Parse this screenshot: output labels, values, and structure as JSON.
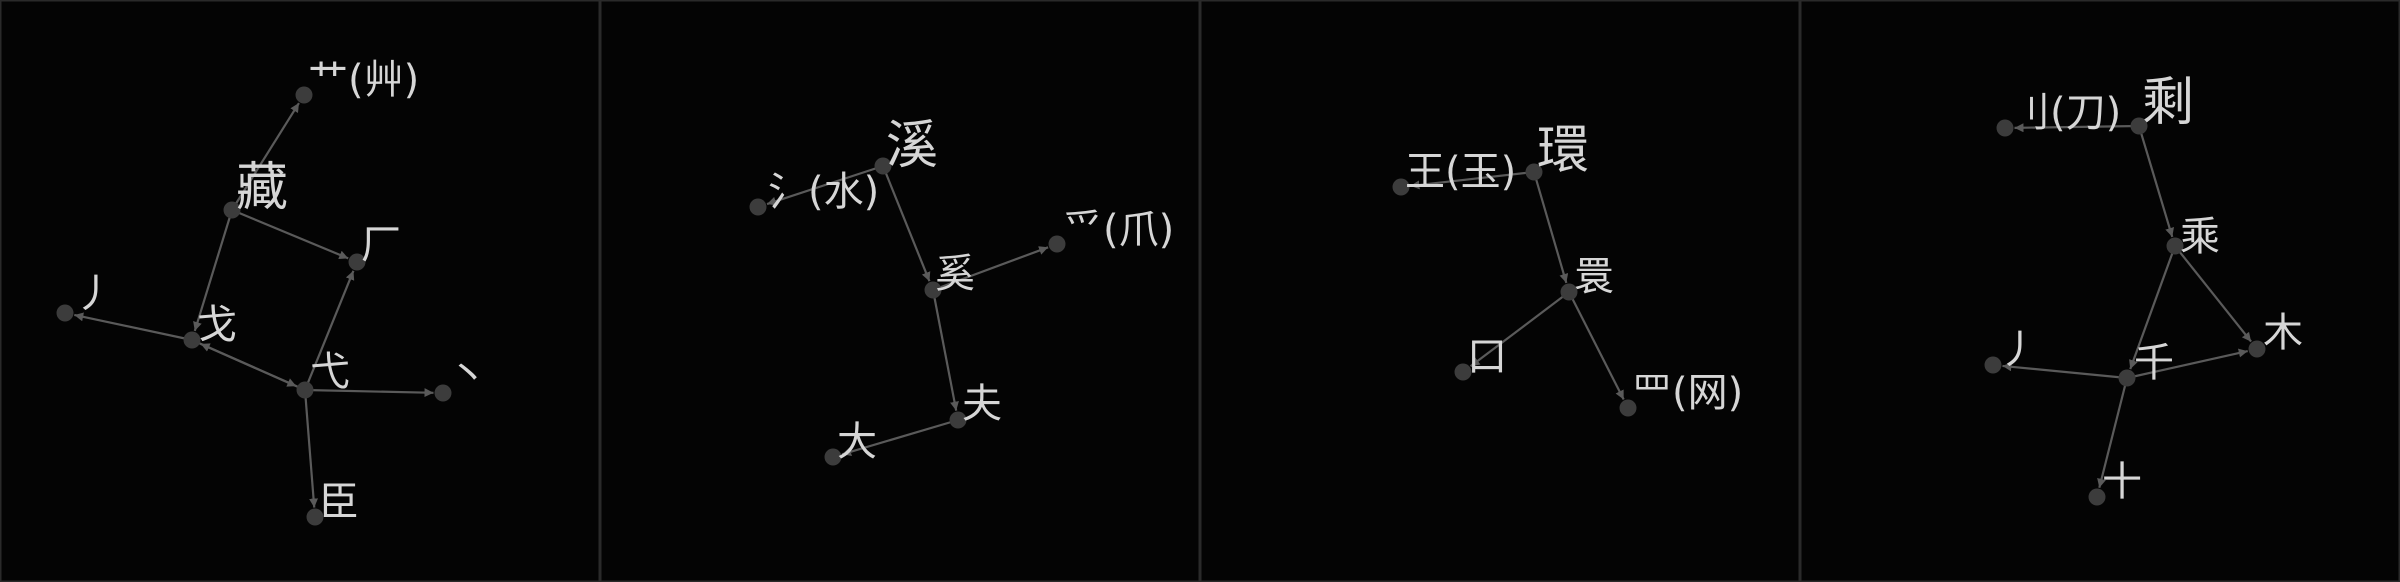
{
  "colors": {
    "background": "#000000",
    "edge": "#5a5a5a",
    "node": "#3c3c3c",
    "label": "#d6d6d6",
    "root_label": "#c8232c"
  },
  "graphs": [
    {
      "root": "藏",
      "nodes": [
        {
          "id": "cao",
          "label": "艹(艸)"
        },
        {
          "id": "zang",
          "label": "藏",
          "root": true
        },
        {
          "id": "han",
          "label": "厂"
        },
        {
          "id": "pie",
          "label": "丿"
        },
        {
          "id": "ge",
          "label": "戈"
        },
        {
          "id": "yi",
          "label": "弋"
        },
        {
          "id": "dian",
          "label": "丶"
        },
        {
          "id": "chen",
          "label": "臣"
        }
      ],
      "edges": [
        [
          "zang",
          "cao"
        ],
        [
          "zang",
          "han"
        ],
        [
          "zang",
          "ge"
        ],
        [
          "ge",
          "pie"
        ],
        [
          "ge",
          "yi"
        ],
        [
          "yi",
          "ge"
        ],
        [
          "yi",
          "han"
        ],
        [
          "yi",
          "dian"
        ],
        [
          "yi",
          "chen"
        ]
      ]
    },
    {
      "root": "溪",
      "nodes": [
        {
          "id": "shui",
          "label": "氵(水)"
        },
        {
          "id": "xi",
          "label": "溪",
          "root": true
        },
        {
          "id": "zhua",
          "label": "爫(爪)"
        },
        {
          "id": "xi2",
          "label": "奚"
        },
        {
          "id": "fu",
          "label": "夫"
        },
        {
          "id": "da",
          "label": "大"
        }
      ],
      "edges": [
        [
          "xi",
          "shui"
        ],
        [
          "xi",
          "xi2"
        ],
        [
          "xi2",
          "zhua"
        ],
        [
          "xi2",
          "fu"
        ],
        [
          "fu",
          "da"
        ]
      ]
    },
    {
      "root": "環",
      "nodes": [
        {
          "id": "wang",
          "label": "王(玉)"
        },
        {
          "id": "huan",
          "label": "環",
          "root": true
        },
        {
          "id": "qiong",
          "label": "睘"
        },
        {
          "id": "kou",
          "label": "口"
        },
        {
          "id": "wangnet",
          "label": "罒(网)"
        }
      ],
      "edges": [
        [
          "huan",
          "wang"
        ],
        [
          "huan",
          "qiong"
        ],
        [
          "qiong",
          "kou"
        ],
        [
          "qiong",
          "wangnet"
        ]
      ]
    },
    {
      "root": "剩",
      "nodes": [
        {
          "id": "dao",
          "label": "刂(刀)"
        },
        {
          "id": "sheng",
          "label": "剩",
          "root": true
        },
        {
          "id": "cheng",
          "label": "乘"
        },
        {
          "id": "pie",
          "label": "丿"
        },
        {
          "id": "qian",
          "label": "千"
        },
        {
          "id": "mu",
          "label": "木"
        },
        {
          "id": "shi",
          "label": "十"
        }
      ],
      "edges": [
        [
          "sheng",
          "dao"
        ],
        [
          "sheng",
          "cheng"
        ],
        [
          "cheng",
          "qian"
        ],
        [
          "cheng",
          "mu"
        ],
        [
          "qian",
          "mu"
        ],
        [
          "qian",
          "pie"
        ],
        [
          "qian",
          "shi"
        ]
      ]
    }
  ]
}
